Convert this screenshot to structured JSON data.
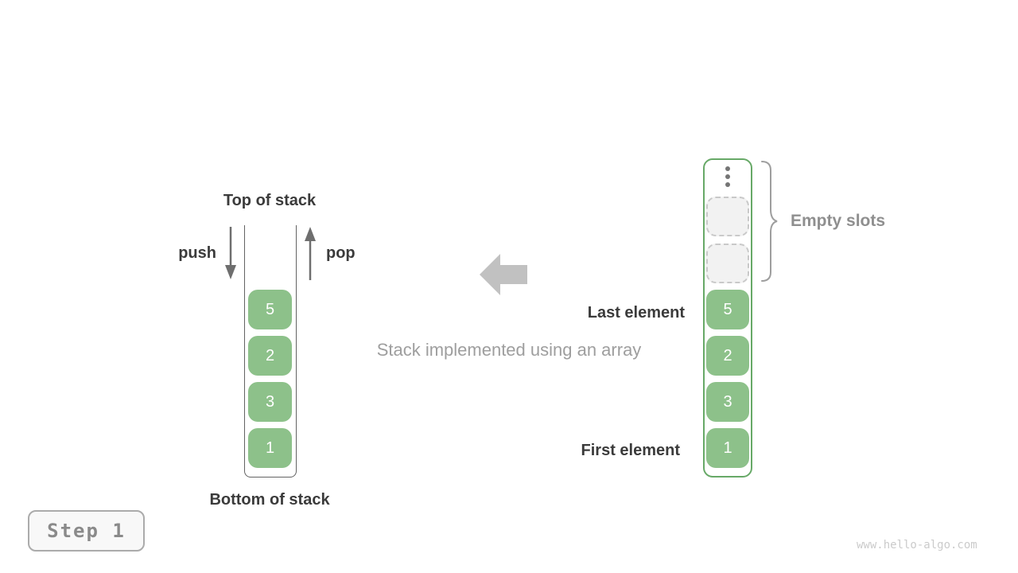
{
  "colors": {
    "cell_green": "#8dc18a",
    "array_border_green": "#67a967",
    "empty_slot_fill": "#f2f2f2",
    "empty_slot_border": "#c9c9c9",
    "dark_text": "#3b3b3b",
    "muted_text": "#9e9e9e",
    "arrow_dark_gray": "#6e6e6e",
    "block_arrow_gray": "#c1c1c1",
    "watermark_gray": "#cbcbcb"
  },
  "stack_diagram": {
    "top_label": "Top of stack",
    "bottom_label": "Bottom of stack",
    "push_label": "push",
    "pop_label": "pop",
    "elements": [
      "5",
      "2",
      "3",
      "1"
    ]
  },
  "caption": "Stack implemented using an array",
  "array_diagram": {
    "empty_slots_label": "Empty slots",
    "last_element_label": "Last element",
    "first_element_label": "First element",
    "empty_slot_count": 2,
    "elements": [
      "5",
      "2",
      "3",
      "1"
    ]
  },
  "footer": {
    "step_label": "Step 1",
    "watermark": "www.hello-algo.com"
  }
}
